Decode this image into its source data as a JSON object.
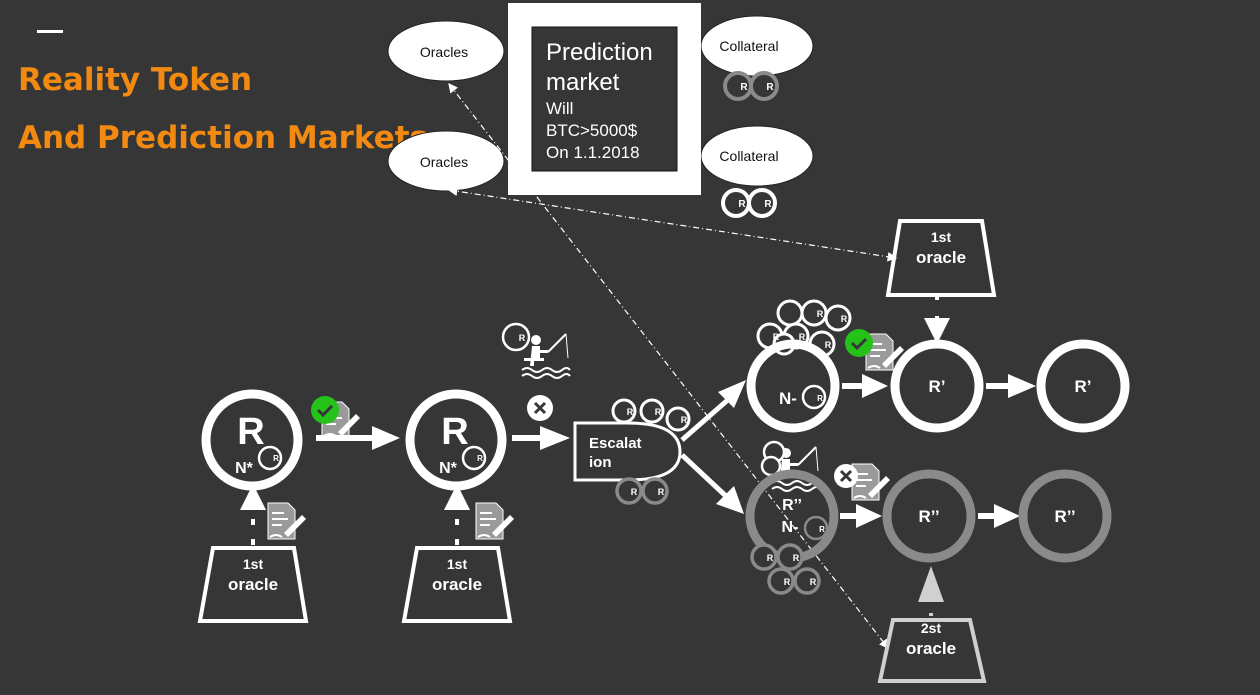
{
  "title": {
    "line1": "Reality Token",
    "line2": "And Prediction Markets"
  },
  "colors": {
    "background": "#363636",
    "title": "#f28a12",
    "active": "#ffffff",
    "inactive": "#8a8a8a",
    "check": "#25c21a"
  },
  "market": {
    "label_oracles_top": "Oracles",
    "label_oracles_bottom": "Oracles",
    "label_collateral_top": "Collateral",
    "label_collateral_bottom": "Collateral",
    "heading_line1": "Prediction",
    "heading_line2": "market",
    "question_line1": "Will",
    "question_line2": "BTC>5000$",
    "question_line3": "On 1.1.2018"
  },
  "nodes": {
    "token_letter": "R",
    "token_badge": "N*",
    "coin": "R",
    "oracle_1st_line1": "1st",
    "oracle_1st_line2": "oracle",
    "oracle_2st_line1": "2st",
    "oracle_2st_line2": "oracle",
    "escalation_line1": "Escalat",
    "escalation_line2": "ion",
    "branch_a_label": "N-",
    "branch_b_label_line1": "R’’",
    "branch_b_label_line2": "N-",
    "r_prime": "R’",
    "r_double_prime": "R’’"
  },
  "icons": {
    "document": "document-sign-icon",
    "check": "check-badge-icon",
    "cross": "cross-badge-icon",
    "fisher": "fishing-person-icon",
    "coin": "coin-icon"
  }
}
